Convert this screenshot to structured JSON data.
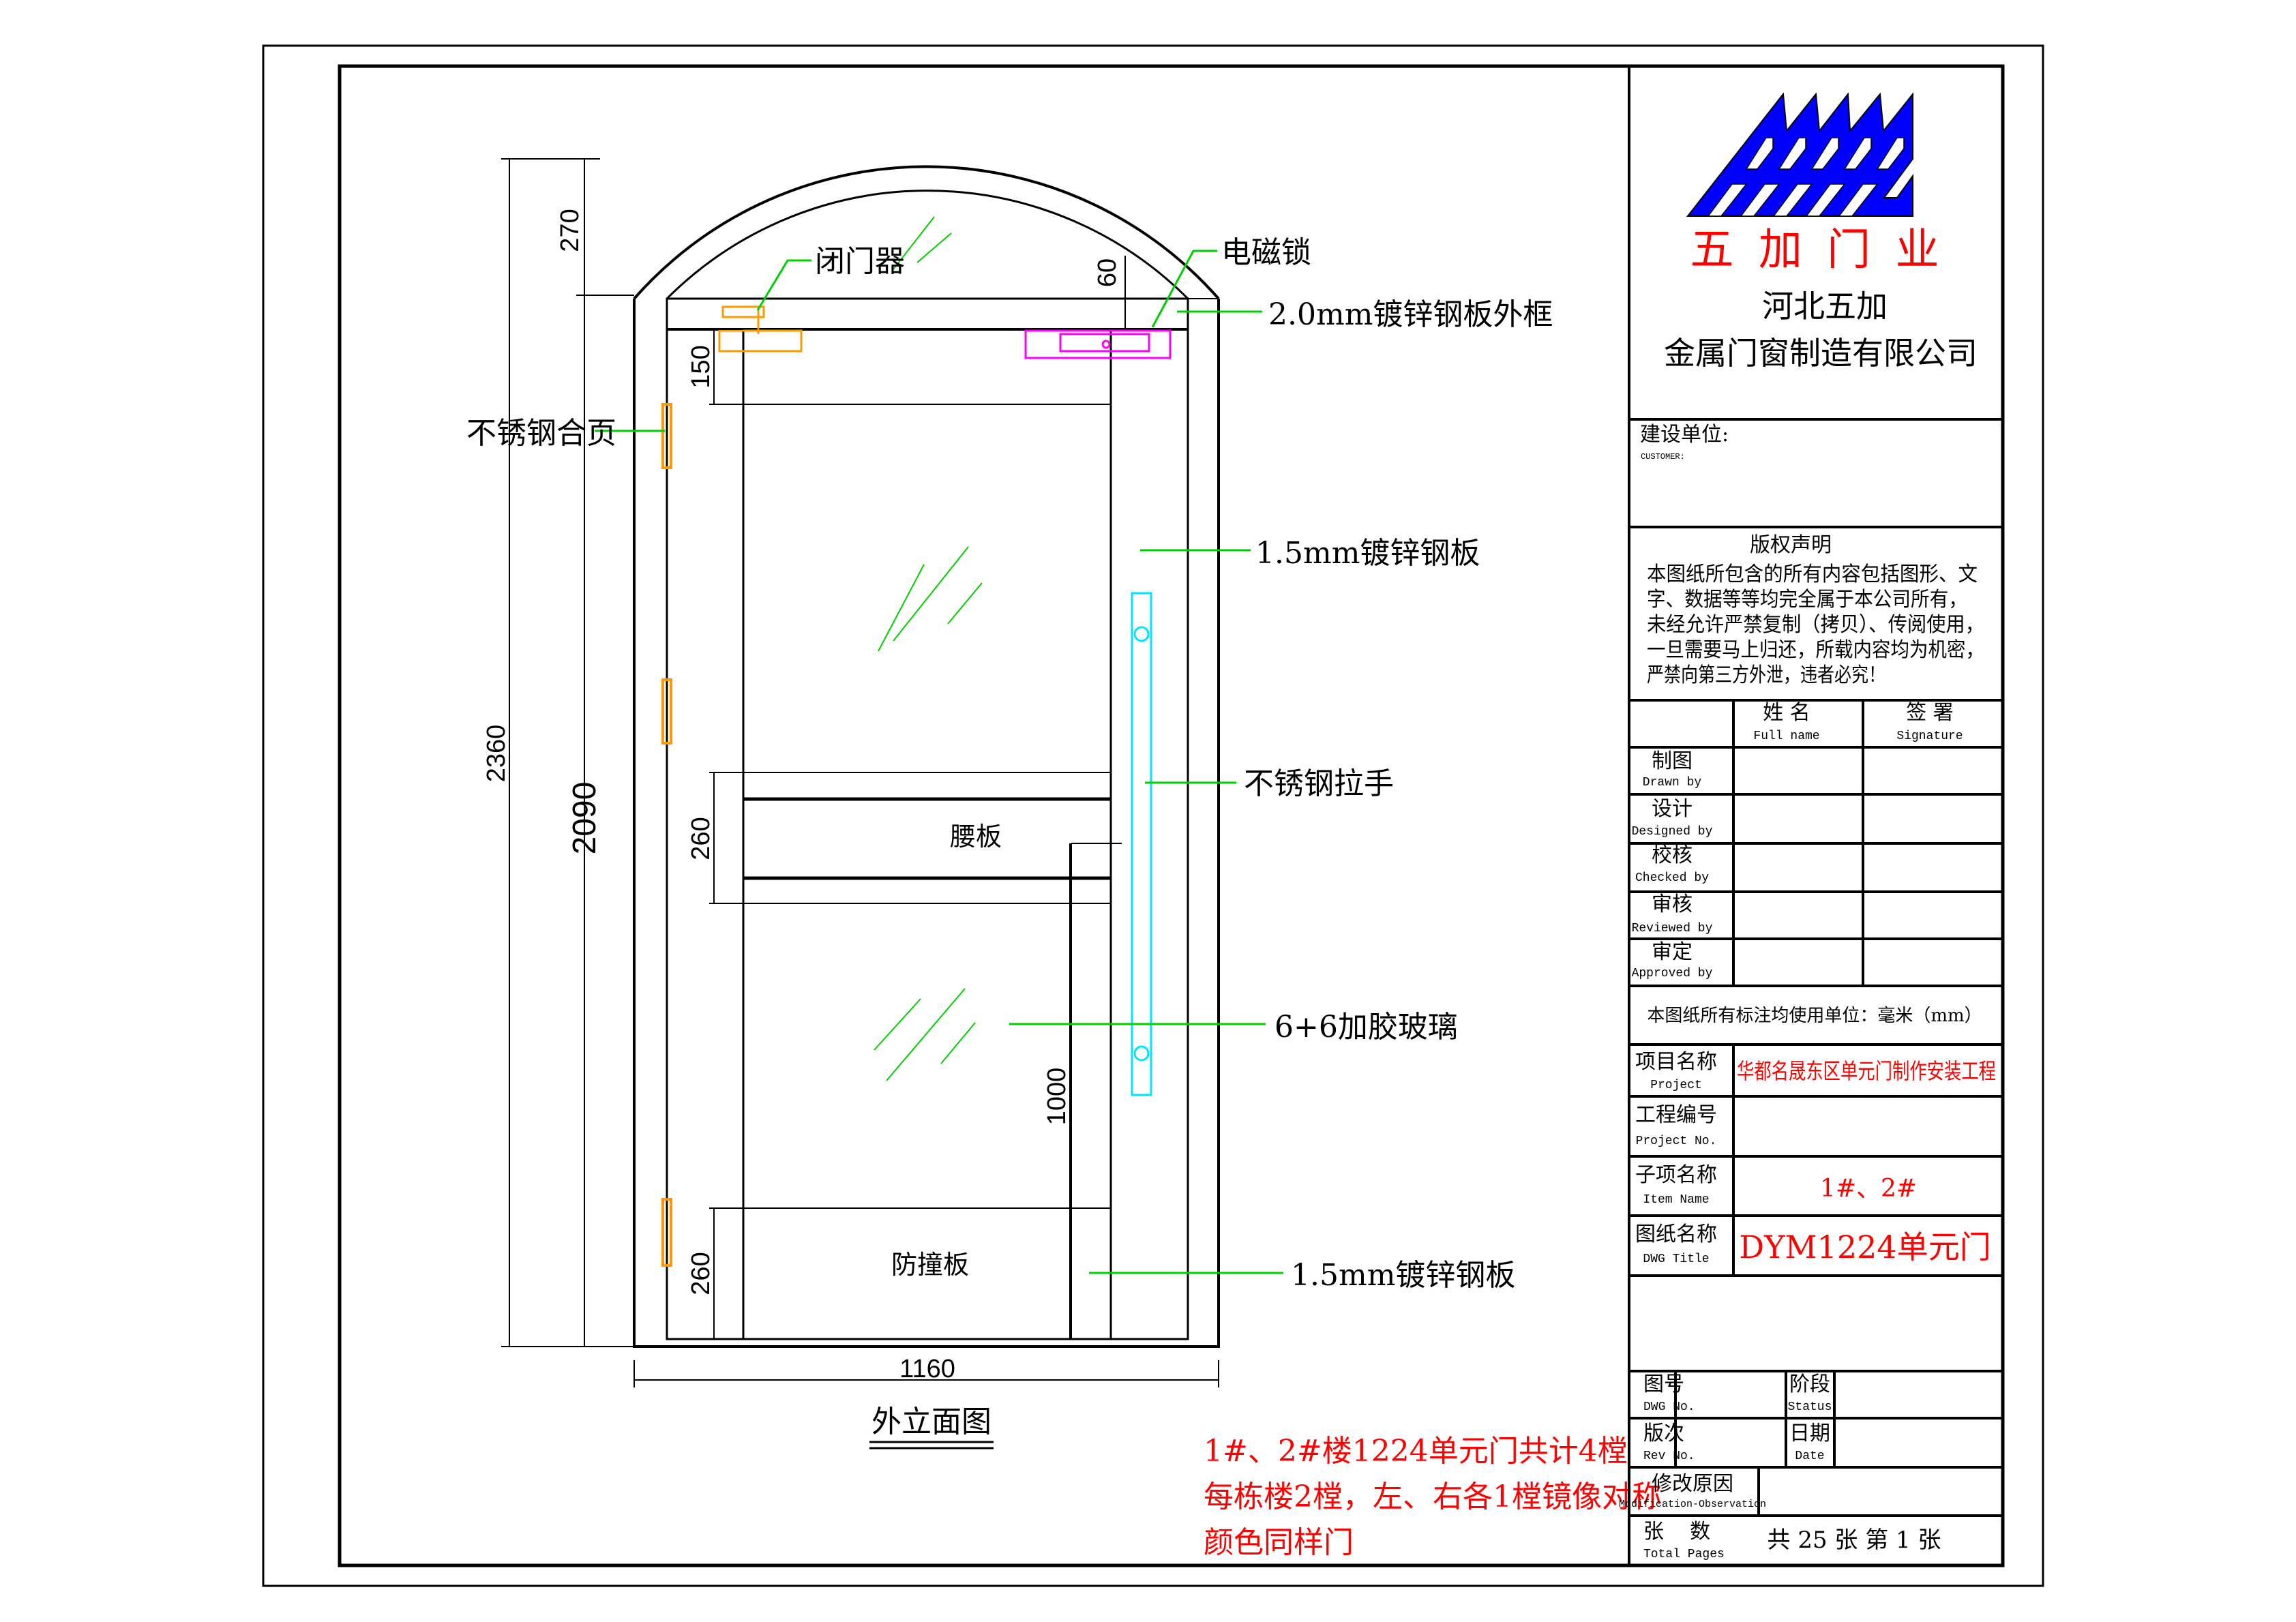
{
  "drawing": {
    "labels": {
      "door_closer": "闭门器",
      "magnetic_lock": "电磁锁",
      "outer_frame": "2.0mm镀锌钢板外框",
      "hinge": "不锈钢合页",
      "upper_steel_plate": "1.5mm镀锌钢板",
      "pull_handle": "不锈钢拉手",
      "glass": "6+6加胶玻璃",
      "lower_steel_plate": "1.5mm镀锌钢板",
      "waist_panel": "腰板",
      "kick_plate": "防撞板"
    },
    "dimensions": {
      "arch_height": "270",
      "total_height": "2360",
      "frame_height": "2090",
      "top_rail": "150",
      "waist_panel_height": "260",
      "kick_plate_height": "260",
      "handle_height": "1000",
      "lock_gap": "60",
      "width": "1160"
    },
    "view_title": "外立面图",
    "notes": [
      "1#、2#楼1224单元门共计4樘",
      "每栋楼2樘，左、右各1樘镜像对称",
      "颜色同样门"
    ]
  },
  "title_block": {
    "logo_text": "五 加 门 业",
    "company_line1": "河北五加",
    "company_line2": "金属门窗制造有限公司",
    "customer_label": "建设单位:",
    "customer_label_en": "CUSTOMER:",
    "copyright_title": "版权声明",
    "copyright_lines": [
      "本图纸所包含的所有内容包括图形、文",
      "字、数据等等均完全属于本公司所有，",
      "未经允许严禁复制（拷贝）、传阅使用，",
      "一旦需要马上归还，所载内容均为机密，",
      "严禁向第三方外泄，违者必究！"
    ],
    "name_header": "姓  名",
    "name_header_en": "Full name",
    "signature_header": "签  署",
    "signature_header_en": "Signature",
    "roles": [
      {
        "cn": "制图",
        "en": "Drawn by"
      },
      {
        "cn": "设计",
        "en": "Designed by"
      },
      {
        "cn": "校核",
        "en": "Checked by"
      },
      {
        "cn": "审核",
        "en": "Reviewed by"
      },
      {
        "cn": "审定",
        "en": "Approved by"
      }
    ],
    "units_note": "本图纸所有标注均使用单位：毫米（mm）",
    "project_label": "项目名称",
    "project_label_en": "Project",
    "project_value": "华都名晟东区单元门制作安装工程",
    "project_no_label": "工程编号",
    "project_no_label_en": "Project No.",
    "item_label": "子项名称",
    "item_label_en": "Item Name",
    "item_value": "1#、2#",
    "dwg_title_label": "图纸名称",
    "dwg_title_label_en": "DWG Title",
    "dwg_title_value": "DYM1224单元门",
    "dwg_no_label": "图号",
    "dwg_no_label_en": "DWG No.",
    "status_label": "阶段",
    "status_label_en": "Status",
    "rev_label": "版次",
    "rev_label_en": "Rev No.",
    "date_label": "日期",
    "date_label_en": "Date",
    "mod_label": "修改原因",
    "mod_label_en": "Modification-Observation",
    "pages_label": "张    数",
    "pages_label_en": "Total Pages",
    "pages_value": "共 25 张 第 1 张"
  },
  "colors": {
    "red": "#ff0000",
    "green": "#00d000",
    "logo_blue": "#0000ff",
    "orange": "#ff9900",
    "magenta": "#ff00ff",
    "cyan": "#00e5ff"
  }
}
